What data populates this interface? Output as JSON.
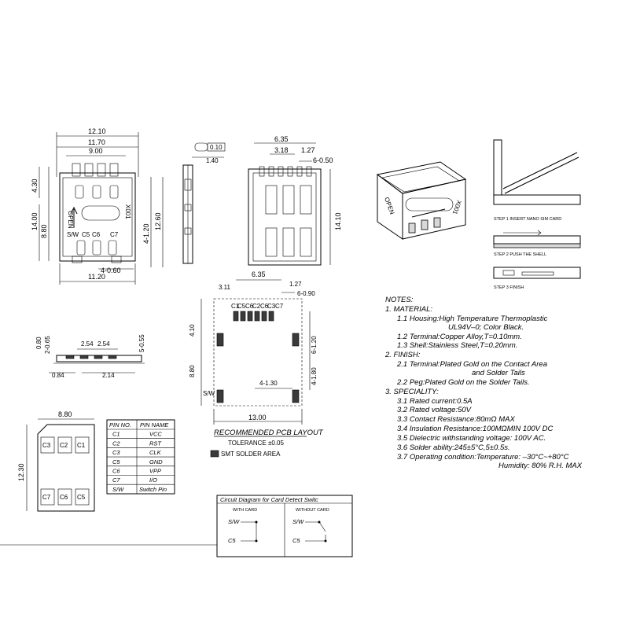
{
  "top_view": {
    "dims": [
      "12.10",
      "11.70",
      "9.00",
      "4.30",
      "14.00",
      "8.80",
      "4-1.20",
      "12.60",
      "4-0.60",
      "11.20"
    ],
    "labels": [
      "OPEN",
      "X001",
      "S/W",
      "C5",
      "C6",
      "C7"
    ]
  },
  "side_view": {
    "dims": [
      "0.10",
      "1.40"
    ]
  },
  "back_view": {
    "dims": [
      "6.35",
      "3.18",
      "1.27",
      "6-0.50",
      "14.10"
    ]
  },
  "profile_view": {
    "dims": [
      "0.80",
      "2-0.65",
      "2.54",
      "2.54",
      "5-0.55",
      "0.84",
      "2.14"
    ]
  },
  "pcb_layout": {
    "dims": [
      "6.35",
      "3.11",
      "1.27",
      "6-0.90",
      "4.10",
      "6-1.20",
      "8.80",
      "4-1.80",
      "4-1.30",
      "13.00"
    ],
    "pin_labels": [
      "C1",
      "C5",
      "C6",
      "C2",
      "C6",
      "C3",
      "C7"
    ],
    "sw_label": "S/W",
    "title": "RECOMMENDED PCB LAYOUT",
    "tolerance": "TOLERANCE ±0.05",
    "legend": "SMT SOLDER AREA"
  },
  "steps": [
    "STEP 1 INSERT NANO SIM CARD",
    "STEP 2 PUSH THE SHELL",
    "STEP 3 FINISH"
  ],
  "notes": {
    "header": "NOTES:",
    "lines": [
      "1.  MATERIAL:",
      "1.1  Housing:High Temperature Thermoplastic",
      "UL94V–0; Color Black.",
      "1.2  Terminal:Copper Alloy,T=0.10mm.",
      "1.3  Shell:Stainless Steel,T=0.20mm.",
      "2.  FINISH:",
      "2.1  Terminal:Plated Gold on the Contact Area",
      "and Solder Tails",
      "2.2  Peg:Plated Gold on the Solder Tails.",
      "3.  SPECIALITY:",
      "3.1  Rated current:0.5A",
      "3.2  Rated voltage:50V",
      "3.3  Contact Resistance:80mΩ MAX",
      "3.4  Insulation Resistance:100MΩMIN 100V DC",
      "3.5  Dielectric withstanding voltage: 100V AC.",
      "3.6  Solder ability:245±5°C,5±0.5s.",
      "3.7  Operating condition:Temperature: –30°C~+80°C",
      "Humidity: 80% R.H. MAX"
    ]
  },
  "sim_card": {
    "width_dim": "8.80",
    "height_dim": "12.30",
    "cells": [
      "C3",
      "C2",
      "C1",
      "C7",
      "C6",
      "C5"
    ]
  },
  "pin_table": {
    "headers": [
      "PIN NO.",
      "PIN NAME"
    ],
    "rows": [
      [
        "C1",
        "VCC"
      ],
      [
        "C2",
        "RST"
      ],
      [
        "C3",
        "CLK"
      ],
      [
        "C5",
        "GND"
      ],
      [
        "C6",
        "VPP"
      ],
      [
        "C7",
        "I/O"
      ],
      [
        "S/W",
        "Switch Pin"
      ]
    ]
  },
  "circuit": {
    "title": "Circuit Diagram for Card Detect Switc",
    "with_card": "WITH CARD",
    "without_card": "WITHOUT CARD",
    "sw": "S/W",
    "c5": "C5"
  }
}
